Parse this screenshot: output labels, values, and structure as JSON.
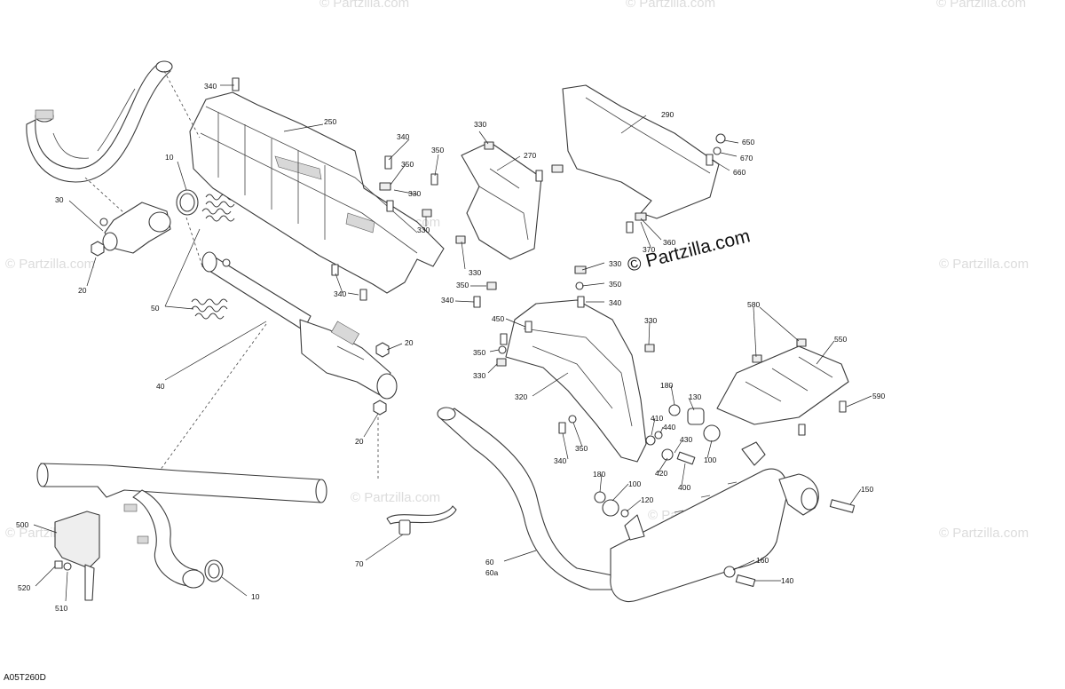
{
  "diagram_code": "A05T260D",
  "watermark": {
    "main": "© Partzilla.com",
    "faint": "© Partzilla.com"
  },
  "callouts": {
    "c10a": "10",
    "c20a": "20",
    "c30": "30",
    "c40": "40",
    "c50": "50",
    "c20b": "20",
    "c20c": "20",
    "c10b": "10",
    "c500": "500",
    "c520": "520",
    "c510": "510",
    "c70": "70",
    "c60": "60",
    "c60a": "60a",
    "c340a": "340",
    "c250": "250",
    "c340b": "340",
    "c340c": "340",
    "c350a": "350",
    "c330a": "330",
    "c350b": "350",
    "c330b": "330",
    "c270": "270",
    "c330c": "330",
    "c330d": "330",
    "c290": "290",
    "c650": "650",
    "c670": "670",
    "c660": "660",
    "c370": "370",
    "c360": "360",
    "c330e": "330",
    "c350c": "350",
    "c340d": "340",
    "c350d": "350",
    "c340e": "340",
    "c450": "450",
    "c350e": "350",
    "c330f": "330",
    "c320": "320",
    "c340f": "340",
    "c350f": "350",
    "c330g": "330",
    "c580": "580",
    "c550": "550",
    "c590": "590",
    "c180a": "180",
    "c130": "130",
    "c410": "410",
    "c440": "440",
    "c430": "430",
    "c420": "420",
    "c400": "400",
    "c100a": "100",
    "c180b": "180",
    "c100b": "100",
    "c120": "120",
    "c150": "150",
    "c160": "160",
    "c140": "140"
  },
  "icons": {
    "bolt": "bolt-icon",
    "clip": "clip-icon",
    "washer": "washer-icon",
    "spring": "spring-icon"
  }
}
